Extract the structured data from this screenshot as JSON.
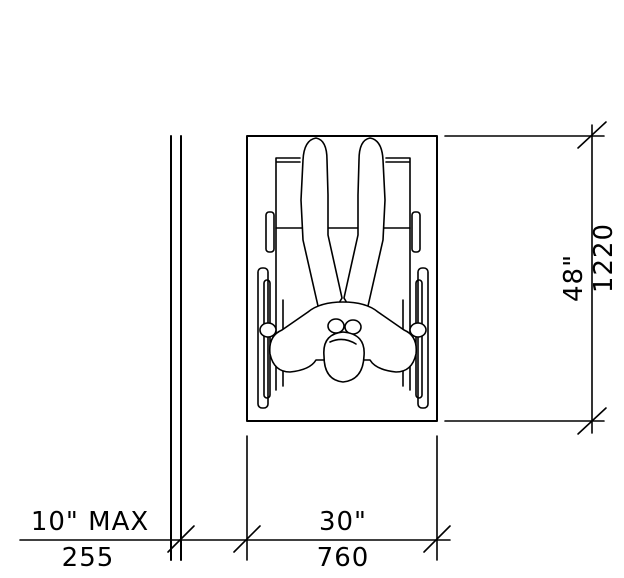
{
  "dimensions": {
    "clearance_imperial": "10\" MAX",
    "clearance_metric": "255",
    "width_imperial": "30\"",
    "width_metric": "760",
    "depth_imperial": "48\"",
    "depth_metric": "1220"
  }
}
